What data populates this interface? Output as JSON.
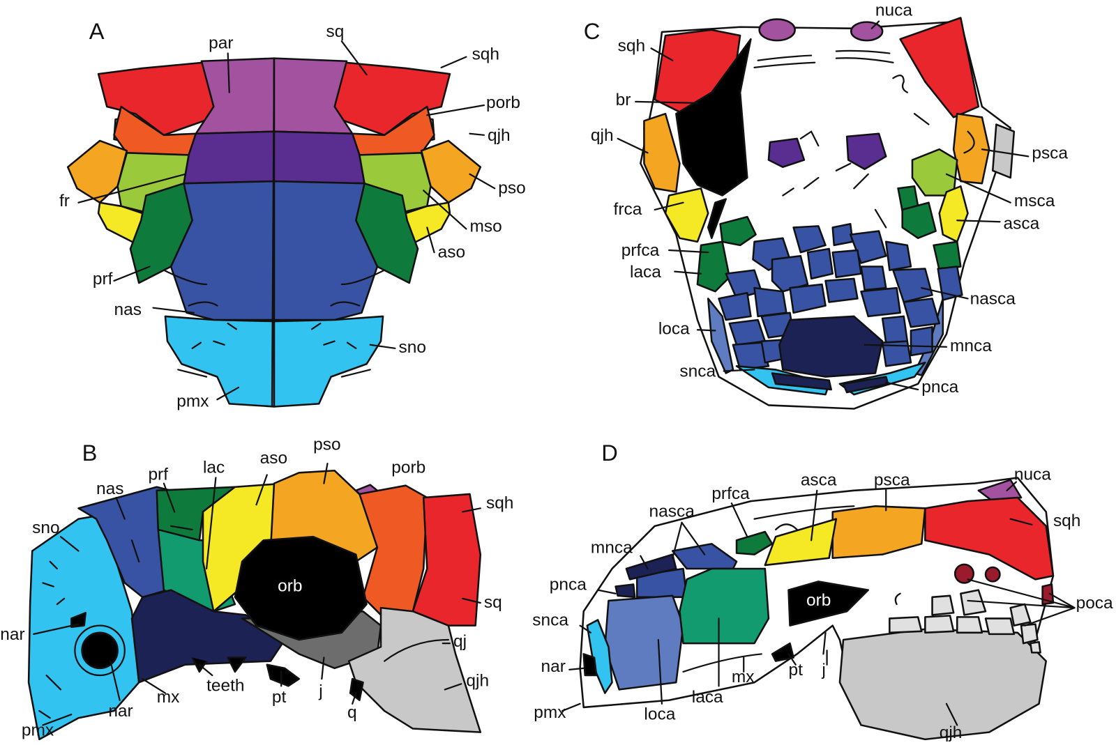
{
  "colors": {
    "red": "#e8262b",
    "orange_red": "#ef5a24",
    "orange": "#f4a623",
    "yellow": "#f4e924",
    "light_green": "#9bc93c",
    "dark_green": "#0e7a3b",
    "teal": "#129b6f",
    "purple": "#a352a0",
    "dark_purple": "#5a2d91",
    "blue": "#3853a4",
    "light_blue": "#33c3f0",
    "slate_blue": "#5f7cc0",
    "navy": "#1d2255",
    "gray": "#c8c8c8",
    "dark_gray": "#6d6d6d",
    "dark_red": "#9a1b2b",
    "black": "#000000"
  },
  "panels": {
    "A": {
      "letter": "A",
      "labels": {
        "par": "par",
        "sq": "sq",
        "sqh": "sqh",
        "porb": "porb",
        "qjh": "qjh",
        "pso": "pso",
        "mso": "mso",
        "aso": "aso",
        "fr": "fr",
        "prf": "prf",
        "nas": "nas",
        "sno": "sno",
        "pmx": "pmx"
      }
    },
    "B": {
      "letter": "B",
      "labels": {
        "pso": "pso",
        "aso": "aso",
        "lac": "lac",
        "prf": "prf",
        "nas": "nas",
        "porb": "porb",
        "sno": "sno",
        "sqh": "sqh",
        "orb": "orb",
        "sq": "sq",
        "qj": "qj",
        "qjh": "qjh",
        "nar": "nar",
        "mx": "mx",
        "teeth": "teeth",
        "pt": "pt",
        "j": "j",
        "q": "q",
        "pmx": "pmx"
      }
    },
    "C": {
      "letter": "C",
      "labels": {
        "nuca": "nuca",
        "sqh": "sqh",
        "br": "br",
        "qjh": "qjh",
        "psca": "psca",
        "msca": "msca",
        "asca": "asca",
        "frca": "frca",
        "prfca": "prfca",
        "laca": "laca",
        "nasca": "nasca",
        "loca": "loca",
        "mnca": "mnca",
        "snca": "snca",
        "pnca": "pnca"
      }
    },
    "D": {
      "letter": "D",
      "labels": {
        "nuca": "nuca",
        "asca": "asca",
        "psca": "psca",
        "prfca": "prfca",
        "nasca": "nasca",
        "sqh": "sqh",
        "mnca": "mnca",
        "pnca": "pnca",
        "poca": "poca",
        "snca": "snca",
        "orb": "orb",
        "nar": "nar",
        "mx": "mx",
        "pt": "pt",
        "j": "j",
        "laca": "laca",
        "loca": "loca",
        "pmx": "pmx",
        "qjh": "qjh"
      }
    }
  }
}
